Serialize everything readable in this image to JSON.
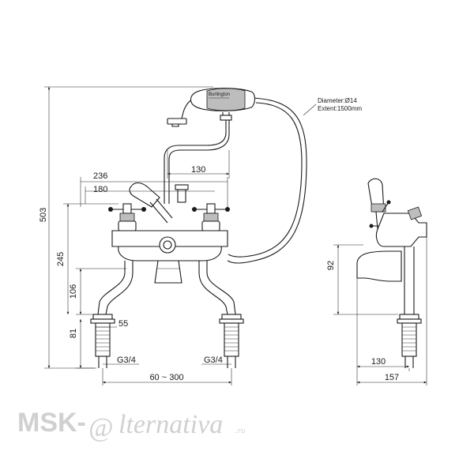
{
  "labels": {
    "height_total": "503",
    "width_236": "236",
    "width_180": "180",
    "width_130_top": "130",
    "height_245": "245",
    "height_106": "106",
    "height_81": "81",
    "width_55": "55",
    "thread_left": "G3/4",
    "thread_right": "G3/4",
    "centres": "60 ~ 300",
    "hose_diameter": "Diameter:Ø14",
    "hose_extent": "Extent:1500mm",
    "side_height_92": "92",
    "side_width_130": "130",
    "side_width_157": "157"
  },
  "handset_brand": "Burlington",
  "watermark": {
    "prefix": "MSK-",
    "at_sign": "@",
    "rest": "lternativa",
    "suffix": ".ru"
  },
  "colors": {
    "line": "#1a1a1a",
    "watermark": "#d0d0d0"
  }
}
